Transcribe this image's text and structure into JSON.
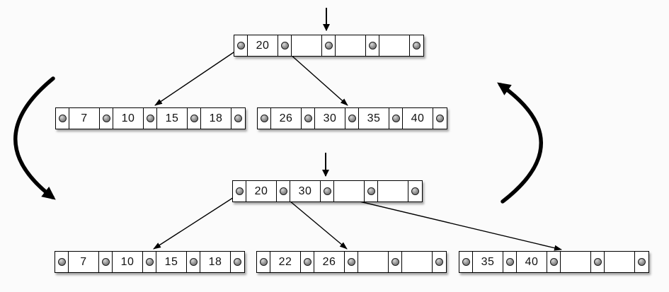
{
  "colors": {
    "background": "#fbfbfb",
    "line": "#000000",
    "node_fill": "#ffffff",
    "node_border": "#000000",
    "pointer_dot": "#8a8a8a"
  },
  "nodes": [
    {
      "id": "top-root",
      "keys": [
        "20",
        "",
        "",
        ""
      ]
    },
    {
      "id": "top-child-left",
      "keys": [
        "7",
        "10",
        "15",
        "18"
      ]
    },
    {
      "id": "top-child-right",
      "keys": [
        "26",
        "30",
        "35",
        "40"
      ]
    },
    {
      "id": "bottom-root",
      "keys": [
        "20",
        "30",
        "",
        ""
      ]
    },
    {
      "id": "bottom-child-left",
      "keys": [
        "7",
        "10",
        "15",
        "18"
      ]
    },
    {
      "id": "bottom-child-middle",
      "keys": [
        "22",
        "26",
        "",
        ""
      ]
    },
    {
      "id": "bottom-child-right",
      "keys": [
        "35",
        "40",
        "",
        ""
      ]
    }
  ],
  "edges": [
    {
      "from": "top-root",
      "pointer": 0,
      "to": "top-child-left"
    },
    {
      "from": "top-root",
      "pointer": 1,
      "to": "top-child-right"
    },
    {
      "from": "bottom-root",
      "pointer": 0,
      "to": "bottom-child-left"
    },
    {
      "from": "bottom-root",
      "pointer": 1,
      "to": "bottom-child-middle"
    },
    {
      "from": "bottom-root",
      "pointer": 2,
      "to": "bottom-child-right"
    }
  ],
  "icons": [
    "insert-position-arrow-top",
    "insert-position-arrow-bottom",
    "curved-arrow-down-left",
    "curved-arrow-up-right",
    "pointer-dot"
  ]
}
